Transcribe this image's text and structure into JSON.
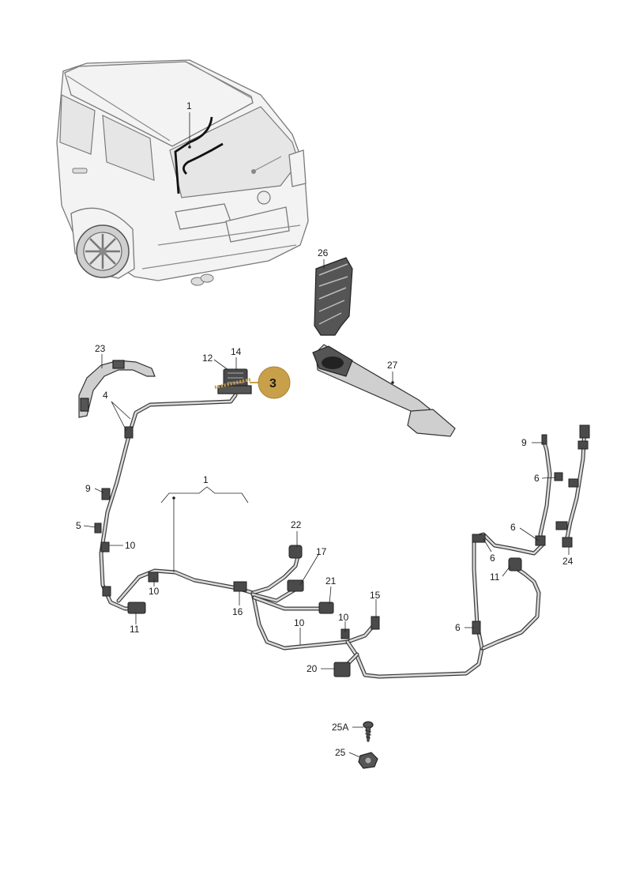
{
  "callouts": {
    "car_1": "1",
    "p26": "26",
    "p27": "27",
    "p23": "23",
    "p12": "12",
    "p14": "14",
    "p4": "4",
    "p9_left": "9",
    "p5": "5",
    "p10_a": "10",
    "p10_b": "10",
    "p11_left": "11",
    "p1_harness": "1",
    "p22": "22",
    "p17": "17",
    "p21": "21",
    "p16": "16",
    "p15": "15",
    "p10_c": "10",
    "p10_d": "10",
    "p20": "20",
    "p9_right": "9",
    "p6_a": "6",
    "p6_b": "6",
    "p6_c": "6",
    "p6_d": "6",
    "p11_right": "11",
    "p24": "24",
    "p25A": "25A",
    "p25": "25"
  },
  "badge": {
    "label": "3",
    "color": "#c9a04a"
  }
}
